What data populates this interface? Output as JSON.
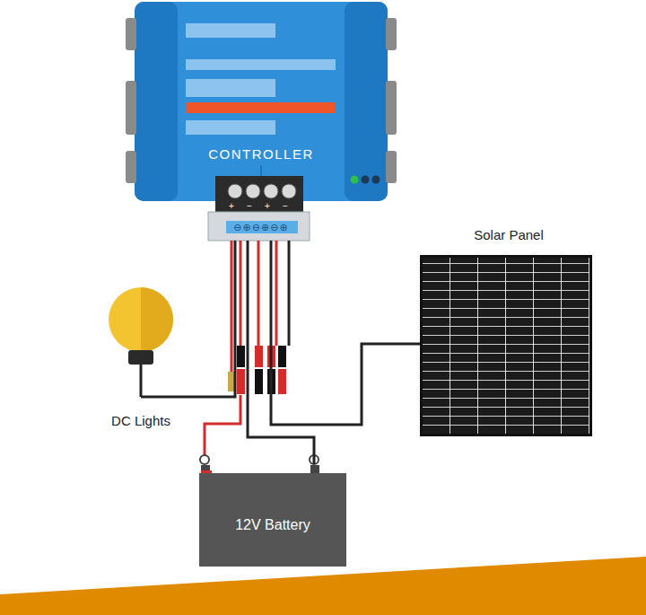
{
  "diagram": {
    "nodes": [
      {
        "text": [
          "CONTROLLER"
        ]
      },
      {
        "text": [
          "DC Lights"
        ]
      },
      {
        "text": [
          "Solar Panel"
        ]
      },
      {
        "text": [
          "12V Battery"
        ]
      }
    ],
    "edges": [
      {
        "from": 1,
        "to": 0,
        "arrow": "none"
      },
      {
        "from": 3,
        "to": 0,
        "arrow": "none"
      },
      {
        "from": 2,
        "to": 0,
        "arrow": "none"
      }
    ],
    "labels": [
      "+",
      "−",
      "+",
      "−",
      "⊖⊕⊖⊕⊖⊕"
    ]
  }
}
